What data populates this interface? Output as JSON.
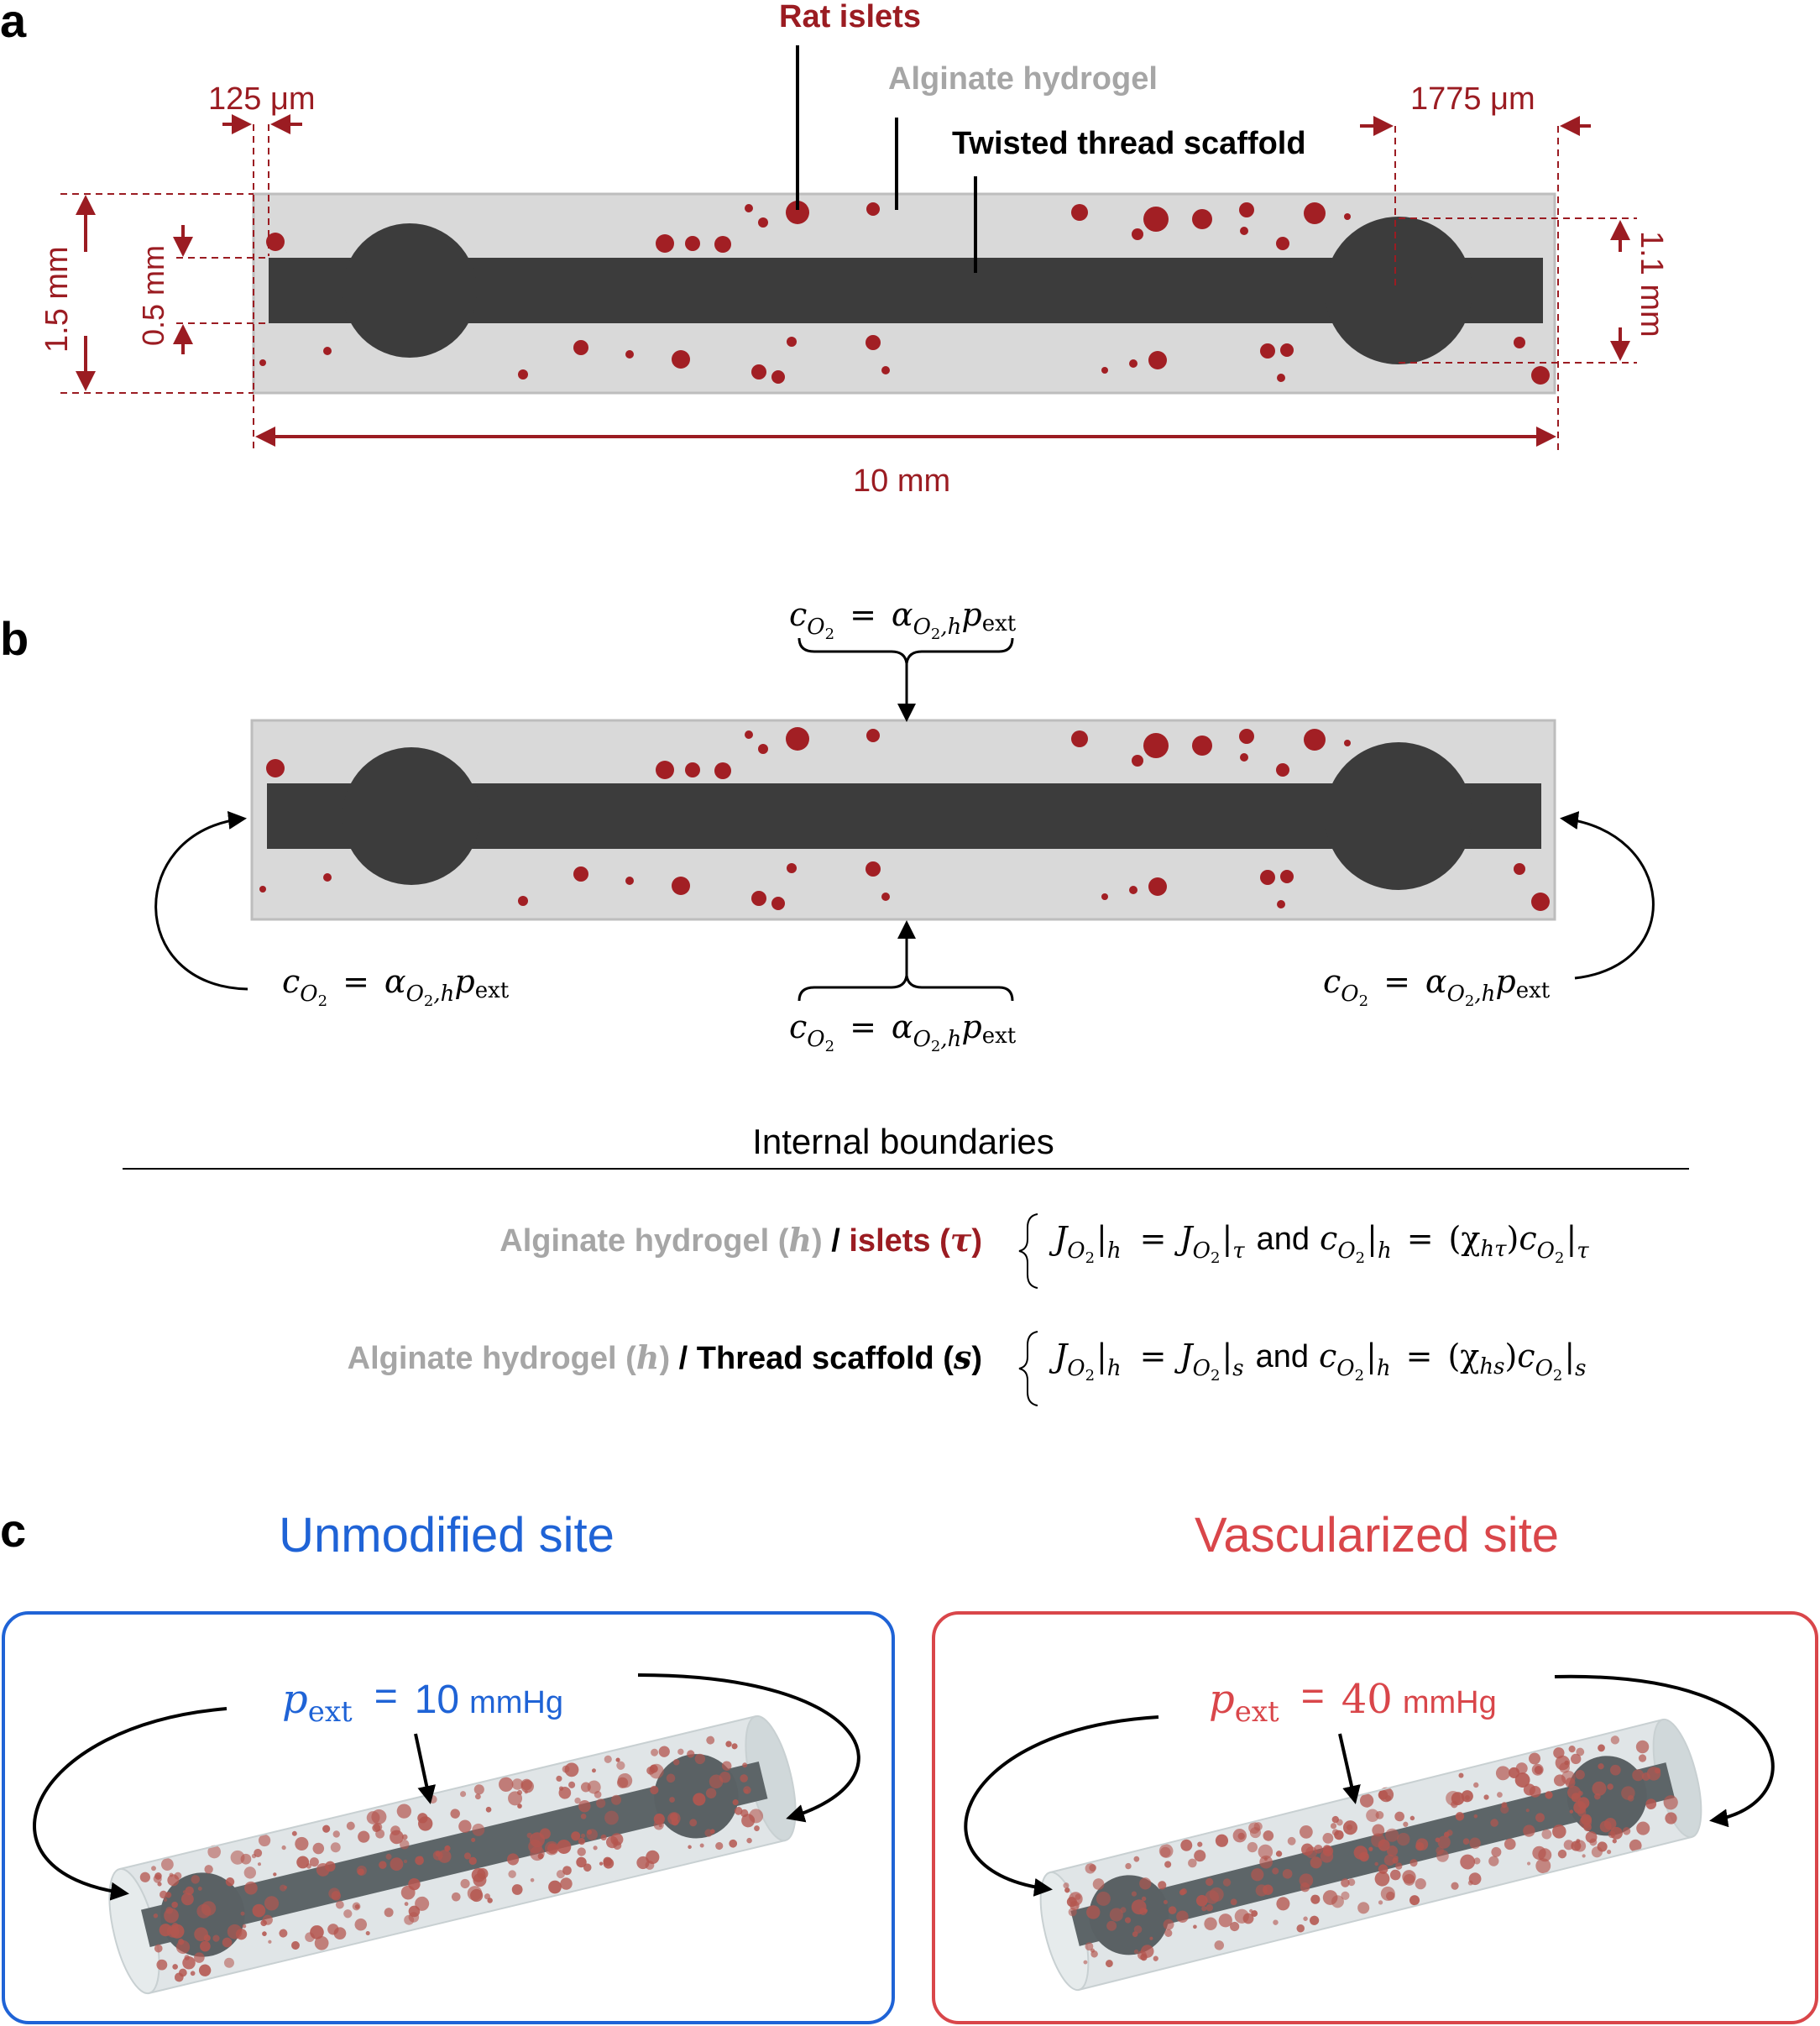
{
  "panels": {
    "a": "a",
    "b": "b",
    "c": "c"
  },
  "panel_a": {
    "label_islets": "Rat islets",
    "label_hydrogel": "Alginate hydrogel",
    "label_scaffold": "Twisted thread scaffold",
    "dim_125": "125 μm",
    "dim_1775": "1775 μm",
    "dim_1_5": "1.5 mm",
    "dim_0_5": "0.5 mm",
    "dim_1_1": "1.1 mm",
    "dim_10": "10 mm"
  },
  "panel_b": {
    "bc_lhs": "c",
    "bc_lhs_sub": "O",
    "bc_lhs_subsub": "2",
    "bc_eq": "=",
    "bc_alpha": "α",
    "bc_alpha_sub": "O",
    "bc_alpha_subsub": "2",
    "bc_alpha_sub2": ",h",
    "bc_p": "p",
    "bc_p_sub": "ext",
    "internal_title": "Internal boundaries",
    "row1_left_hydrogel": "Alginate hydrogel (",
    "row1_left_h": "h",
    "row1_left_close": ")",
    "row1_slash": " / ",
    "row1_right": "islets (",
    "row1_right_sym": "τ",
    "row1_right_close": ")",
    "row2_left_hydrogel": "Alginate hydrogel (",
    "row2_left_h": "h",
    "row2_left_close": ")",
    "row2_slash": " / ",
    "row2_right": "Thread scaffold (",
    "row2_right_sym": "s",
    "row2_right_close": ")",
    "eq_and": "and",
    "eq1_sub": "τ",
    "eq1_chi": "hτ",
    "eq2_sub": "s",
    "eq2_chi": "hs"
  },
  "panel_c": {
    "left_title": "Unmodified site",
    "right_title": "Vascularized site",
    "left_p": "p",
    "left_p_sub": "ext",
    "left_eq": "=",
    "left_value": "10",
    "left_unit": "mmHg",
    "right_p": "p",
    "right_p_sub": "ext",
    "right_eq": "=",
    "right_value": "40",
    "right_unit": "mmHg"
  },
  "colors": {
    "dark_red": "#9b1c22",
    "islet": "#a21f24",
    "gel": "#d9d9d9",
    "scaffold": "#3c3c3c",
    "gray_text": "#a6a6a6",
    "blue": "#1f63d6",
    "red": "#d9464a"
  }
}
